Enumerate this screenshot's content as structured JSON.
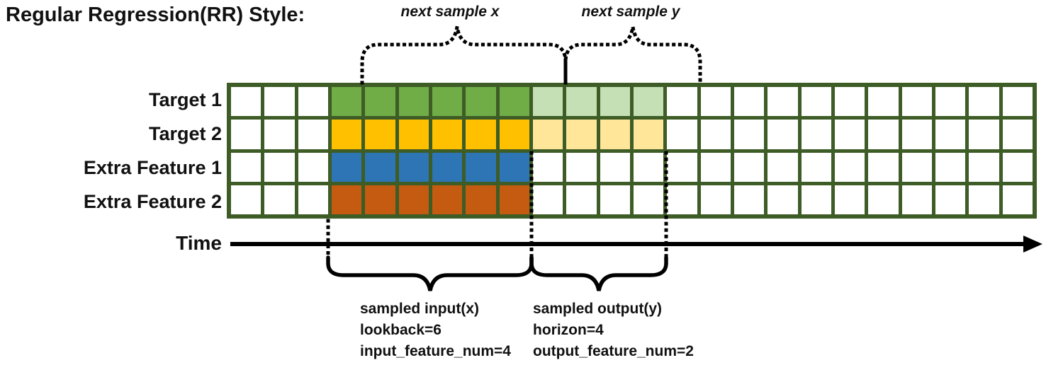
{
  "title": "Regular Regression(RR) Style:",
  "annotations": {
    "next_sample_x": "next sample x",
    "next_sample_y": "next sample y"
  },
  "time_axis": {
    "label": "Time"
  },
  "grid": {
    "border_color": "#3E5C26",
    "empty_color": "#ffffff",
    "total_cols": 24,
    "lead_cols": 3,
    "lookback_cols": 6,
    "horizon_cols": 4,
    "rows": [
      {
        "label": "Target 1",
        "input_color": "#70AD47",
        "output_color": "#C5E0B4",
        "has_output": true
      },
      {
        "label": "Target 2",
        "input_color": "#FFC000",
        "output_color": "#FFE699",
        "has_output": true
      },
      {
        "label": "Extra Feature 1",
        "input_color": "#2E75B6",
        "output_color": null,
        "has_output": false
      },
      {
        "label": "Extra Feature 2",
        "input_color": "#C55A11",
        "output_color": null,
        "has_output": false
      }
    ]
  },
  "captions": {
    "input": {
      "line1": "sampled input(x)",
      "line2": "lookback=6",
      "line3": "input_feature_num=4"
    },
    "output": {
      "line1": "sampled output(y)",
      "line2": "horizon=4",
      "line3": "output_feature_num=2"
    }
  }
}
